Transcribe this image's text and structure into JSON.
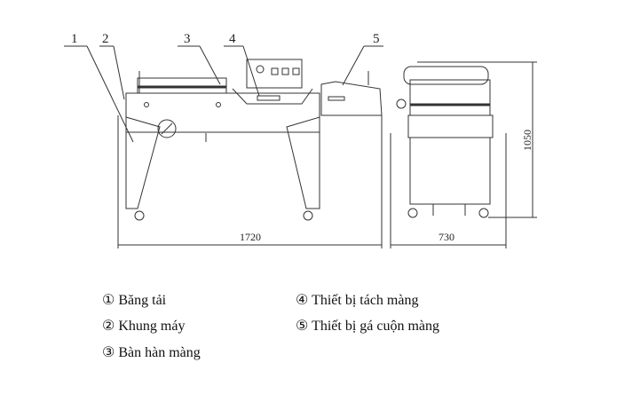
{
  "callouts": [
    "1",
    "2",
    "3",
    "4",
    "5"
  ],
  "dimensions": {
    "front_length": "1720",
    "side_width": "730",
    "height": "1050"
  },
  "legend": [
    {
      "num": "①",
      "label": " Băng tải"
    },
    {
      "num": "②",
      "label": "Khung máy"
    },
    {
      "num": "③",
      "label": "Bàn hàn màng"
    },
    {
      "num": "④",
      "label": "Thiết bị tách màng"
    },
    {
      "num": "⑤",
      "label": "Thiết bị gá cuộn màng"
    }
  ]
}
